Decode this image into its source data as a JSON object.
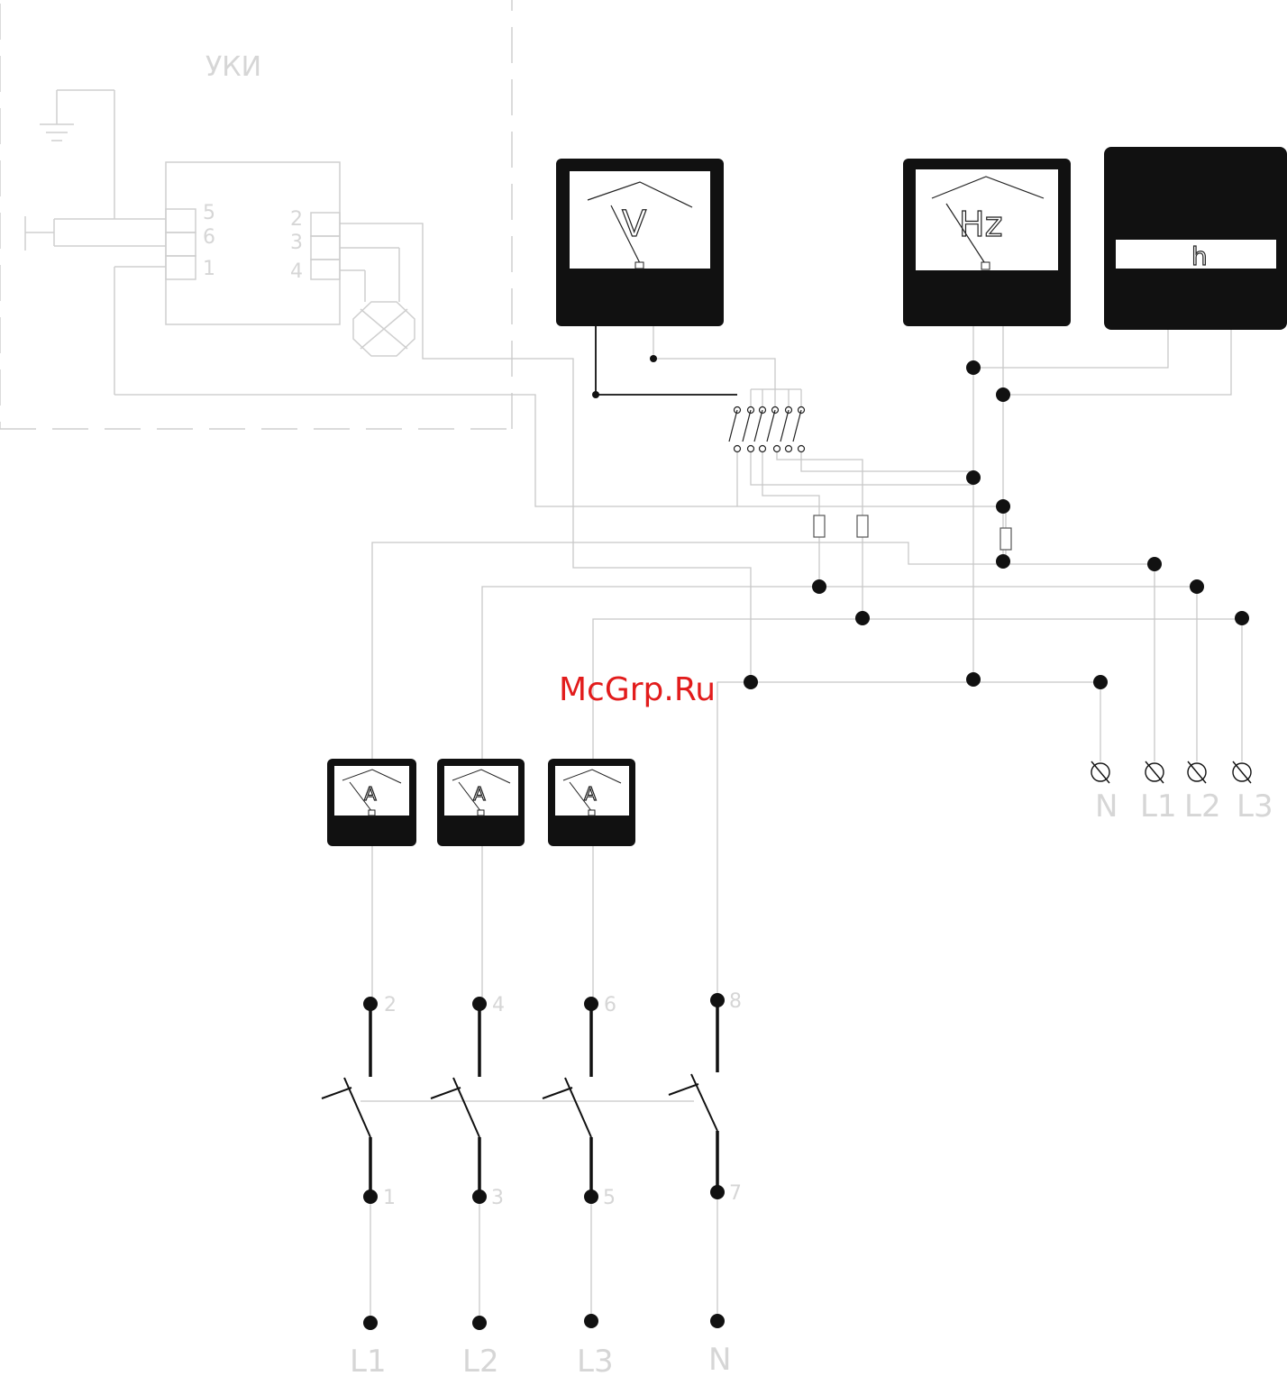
{
  "uki_label": "УКИ",
  "uki_terminals_left": [
    "5",
    "6",
    "1"
  ],
  "uki_terminals_right": [
    "2",
    "3",
    "4"
  ],
  "meters": {
    "voltmeter": "V",
    "frequency": "Hz",
    "hour_counter": "h",
    "ammeter_1": "A",
    "ammeter_2": "A",
    "ammeter_3": "A"
  },
  "output_terminals": [
    "N",
    "L1",
    "L2",
    "L3"
  ],
  "switch_top_contacts": [
    "2",
    "4",
    "6",
    "8"
  ],
  "switch_bottom_contacts": [
    "1",
    "3",
    "5",
    "7"
  ],
  "input_labels": [
    "L1",
    "L2",
    "L3",
    "N"
  ],
  "watermark": "McGrp.Ru",
  "colors": {
    "wire_light": "#c8c8c8",
    "wire_dark": "#111111",
    "label": "#d6d6d6",
    "watermark": "#e21c1c"
  }
}
